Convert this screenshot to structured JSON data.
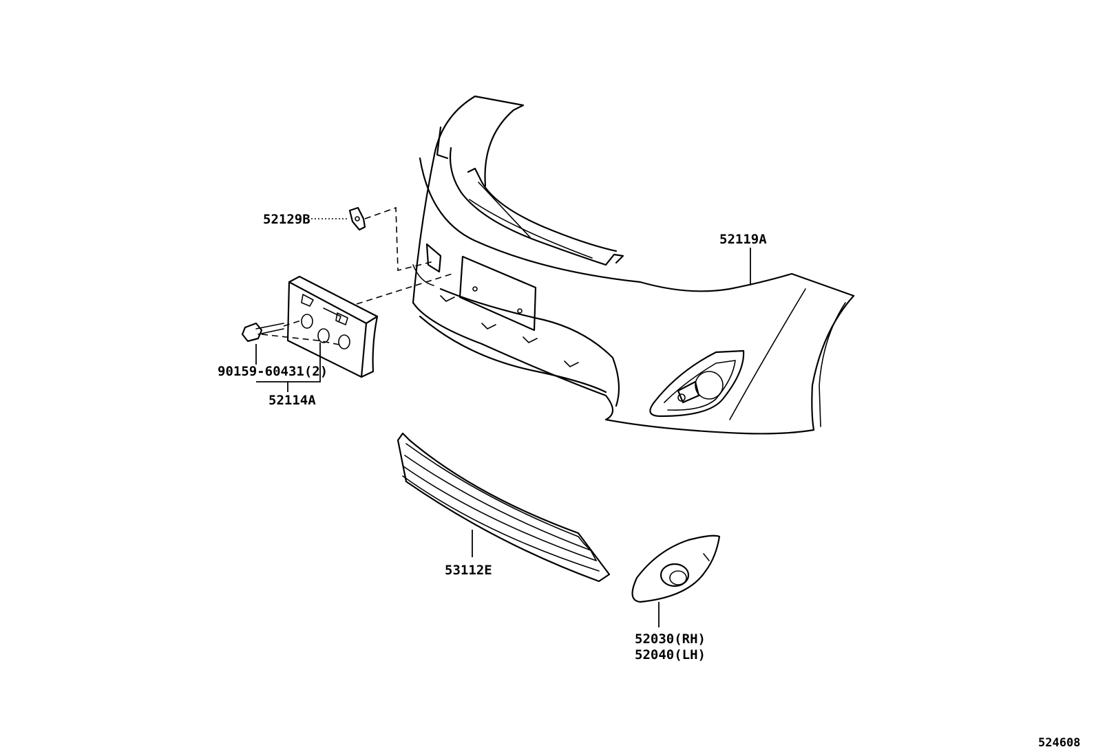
{
  "labels": {
    "retainer_bracket": "52129B",
    "bumper_cover": "52119A",
    "bolt": "90159-60431(2)",
    "license_bracket": "52114A",
    "lower_grille": "53112E",
    "fog_cover_rh": "52030(RH)",
    "fog_cover_lh": "52040(LH)",
    "diagram_number": "524608"
  }
}
